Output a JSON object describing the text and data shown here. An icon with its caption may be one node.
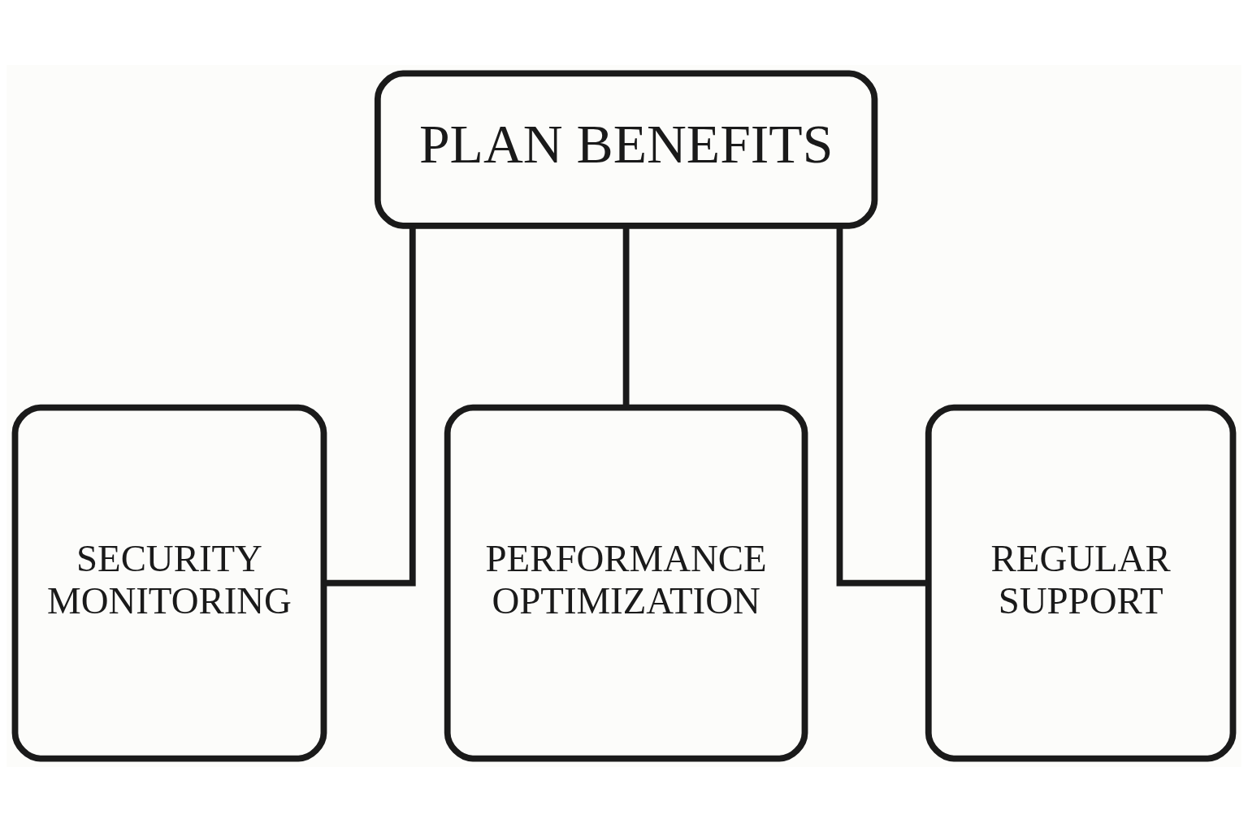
{
  "diagram": {
    "nodes": [
      {
        "text": [
          "PLAN BENEFITS"
        ]
      },
      {
        "text": [
          "SECURITY MONITORING"
        ]
      },
      {
        "text": [
          "PERFORMANCE OPTIMIZATION"
        ]
      },
      {
        "text": [
          "REGULAR SUPPORT"
        ]
      }
    ],
    "edges": [
      {
        "from": 0,
        "to": 1,
        "arrow": "none"
      },
      {
        "from": 0,
        "to": 2,
        "arrow": "none"
      },
      {
        "from": 0,
        "to": 3,
        "arrow": "none"
      }
    ]
  }
}
